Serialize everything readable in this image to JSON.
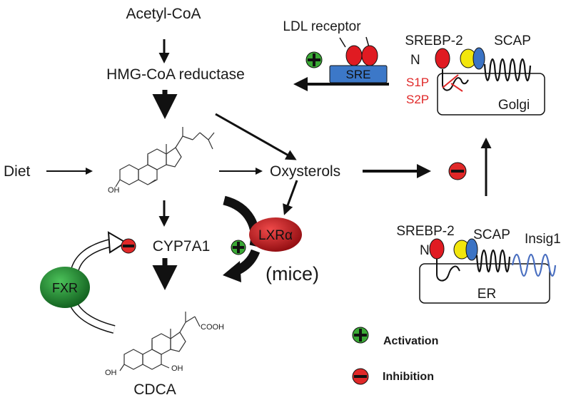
{
  "labels": {
    "acetyl_coa": "Acetyl-CoA",
    "hmg_coa": "HMG-CoA reductase",
    "diet": "Diet",
    "oxysterols": "Oxysterols",
    "cyp7a1": "CYP7A1",
    "lxr": "LXRα",
    "mice": "(mice)",
    "fxr": "FXR",
    "cdca": "CDCA",
    "ldl_receptor": "LDL receptor",
    "sre": "SRE",
    "golgi_srebp": "SREBP-2",
    "golgi_scap": "SCAP",
    "golgi_n": "N",
    "s1p": "S1P",
    "s2p": "S2P",
    "golgi": "Golgi",
    "er_srebp": "SREBP-2",
    "er_scap": "SCAP",
    "insig": "Insig1",
    "er_n": "N",
    "er": "ER"
  },
  "chem": {
    "oh_cholesterol": "OH",
    "cooh": "COOH",
    "oh_cdca_left": "OH",
    "oh_cdca_right": "OH"
  },
  "legend": {
    "activation": "Activation",
    "inhibition": "Inhibition"
  },
  "colors": {
    "activation_green": "#3aa935",
    "inhibition_red": "#e02828",
    "lxr_red": "#c8141a",
    "fxr_green": "#1e8a2e",
    "sre_blue": "#3c78c8",
    "srebp_red": "#e01b22",
    "yellow": "#f2e60c",
    "scap_blue": "#3b73c4",
    "insig_blue": "#4a6fc0",
    "protease_red": "#e02828"
  }
}
